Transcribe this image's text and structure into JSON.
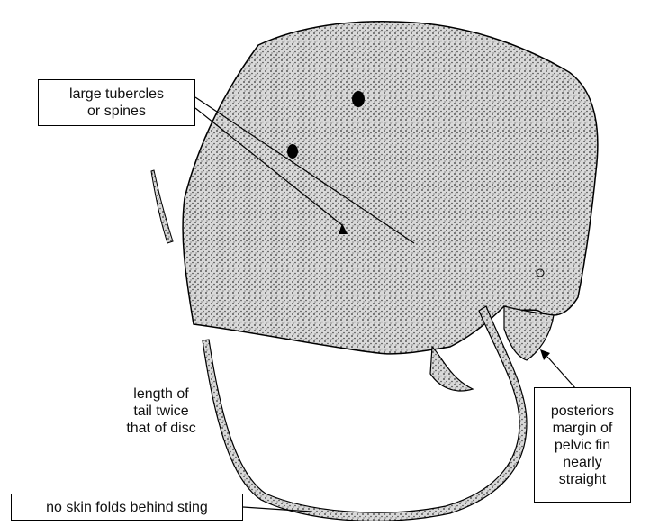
{
  "labels": {
    "tubercles": [
      "large tubercles",
      "or spines"
    ],
    "tail_length": [
      "length of",
      "tail twice",
      "that of disc"
    ],
    "pelvic_fin": [
      "posteriors",
      "margin of",
      "pelvic fin",
      "nearly",
      "straight"
    ],
    "sting": "no skin folds behind sting"
  },
  "colors": {
    "line": "#000000",
    "body_fill": "#8a8a8a",
    "background": "#ffffff"
  }
}
